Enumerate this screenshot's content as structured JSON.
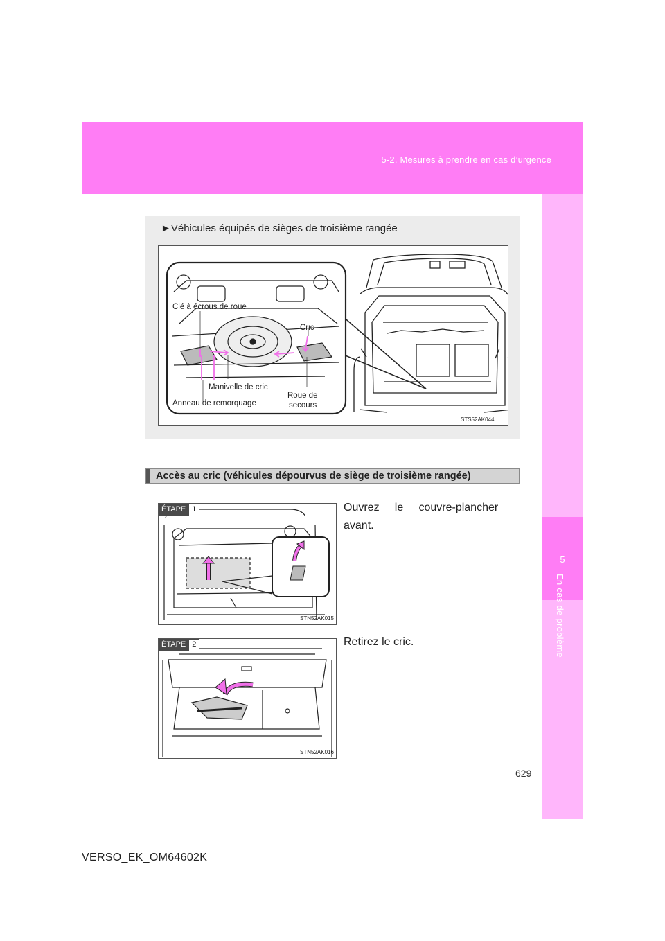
{
  "header": {
    "section_title": "5-2. Mesures à prendre en cas d’urgence"
  },
  "side_tab": {
    "chapter_number": "5",
    "chapter_label": "En cas de problème"
  },
  "figure_top": {
    "heading": "►Véhicules équipés de sièges de troisième rangée",
    "labels": {
      "wheel_nut_wrench": "Clé à écrous de roue",
      "jack": "Cric",
      "jack_handle": "Manivelle de cric",
      "towing_eye": "Anneau de remorquage",
      "spare_wheel_line1": "Roue  de",
      "spare_wheel_line2": "secours"
    },
    "code": "STS52AK044"
  },
  "section": {
    "title": "Accès au cric (véhicules dépourvus de siège de troisième rangée)"
  },
  "steps": [
    {
      "badge": "ÉTAPE",
      "number": "1",
      "text_line1": "Ouvrez     le     couvre-plancher",
      "text_line2": "avant.",
      "code": "STN52AK015"
    },
    {
      "badge": "ÉTAPE",
      "number": "2",
      "text_line1": "Retirez le cric.",
      "code": "STN52AK016"
    }
  ],
  "footer": {
    "page_number": "629",
    "document_code": "VERSO_EK_OM64602K"
  }
}
